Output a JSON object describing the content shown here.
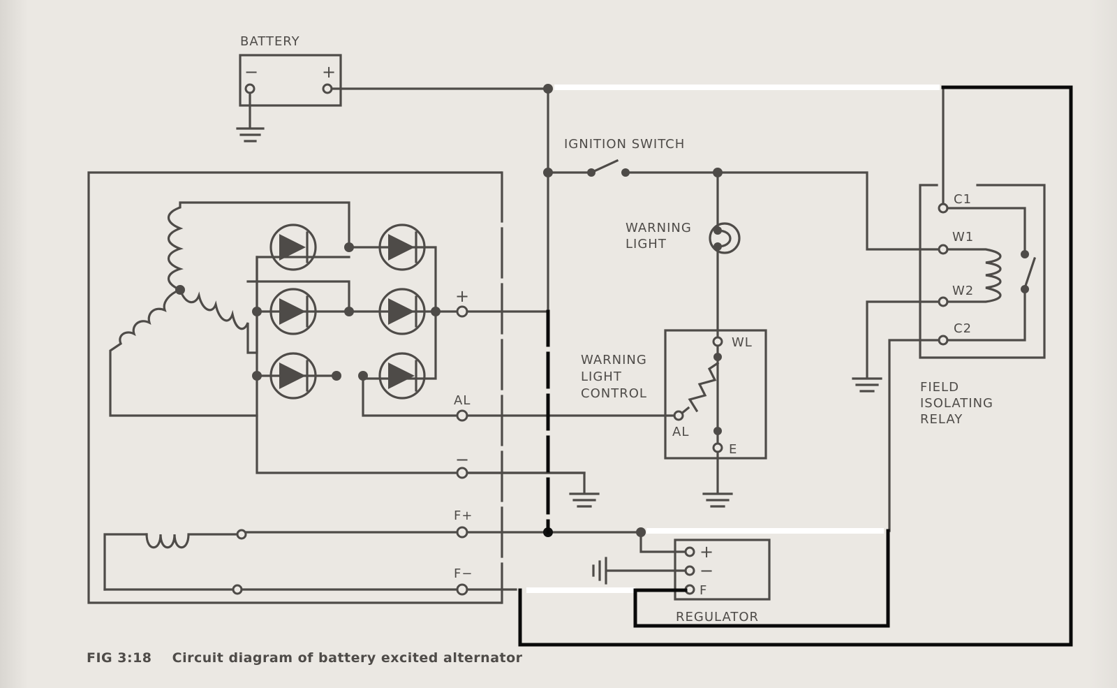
{
  "labels": {
    "battery": "BATTERY",
    "battery_neg": "−",
    "battery_pos": "+",
    "ignition_switch": "IGNITION  SWITCH",
    "warning_light_1": "WARNING",
    "warning_light_2": "LIGHT",
    "wlc_1": "WARNING",
    "wlc_2": "LIGHT",
    "wlc_3": "CONTROL",
    "wlc_wl": "WL",
    "wlc_al": "AL",
    "wlc_e": "E",
    "alt_plus": "+",
    "alt_al": "AL",
    "alt_minus": "−",
    "alt_fplus": "F+",
    "alt_fminus": "F−",
    "reg_plus": "+",
    "reg_minus": "−",
    "reg_f": "F",
    "regulator": "REGULATOR",
    "relay_c1": "C1",
    "relay_w1": "W1",
    "relay_w2": "W2",
    "relay_c2": "C2",
    "fir_1": "FIELD",
    "fir_2": "ISOLATING",
    "fir_3": "RELAY"
  },
  "caption": {
    "fig": "FIG 3:18",
    "text": "Circuit diagram of battery excited alternator"
  }
}
